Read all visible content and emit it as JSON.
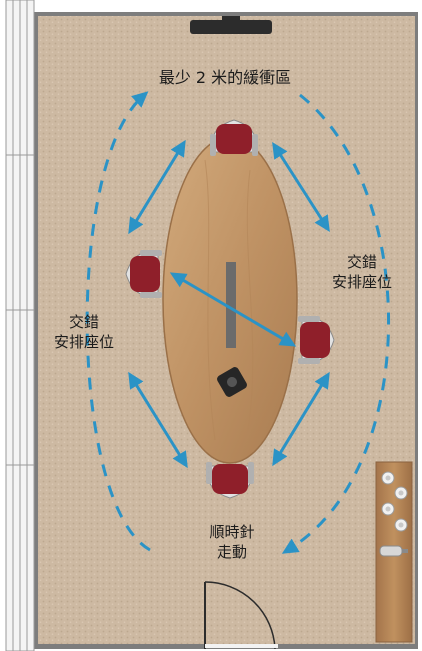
{
  "labels": {
    "buffer_zone": "最少 2 米的緩衝區",
    "left_note": {
      "line1": "交錯",
      "line2": "安排座位"
    },
    "right_note": {
      "line1": "交錯",
      "line2": "安排座位"
    },
    "walk_note": {
      "line1": "順時針",
      "line2": "走動"
    }
  },
  "colors": {
    "carpet": "#cdb9a2",
    "wall": "#7d7d7d",
    "table_wood": "#c49a6c",
    "chair_seat": "#8f1f2a",
    "arrow": "#2b93c6",
    "dash": "#2b93c6",
    "counter": "#b5835a"
  },
  "icons": {
    "tv": "wall-display-icon",
    "phone": "conference-phone-icon",
    "door": "door-swing-icon",
    "cups": "cup-icon",
    "sink": "sink-icon"
  }
}
